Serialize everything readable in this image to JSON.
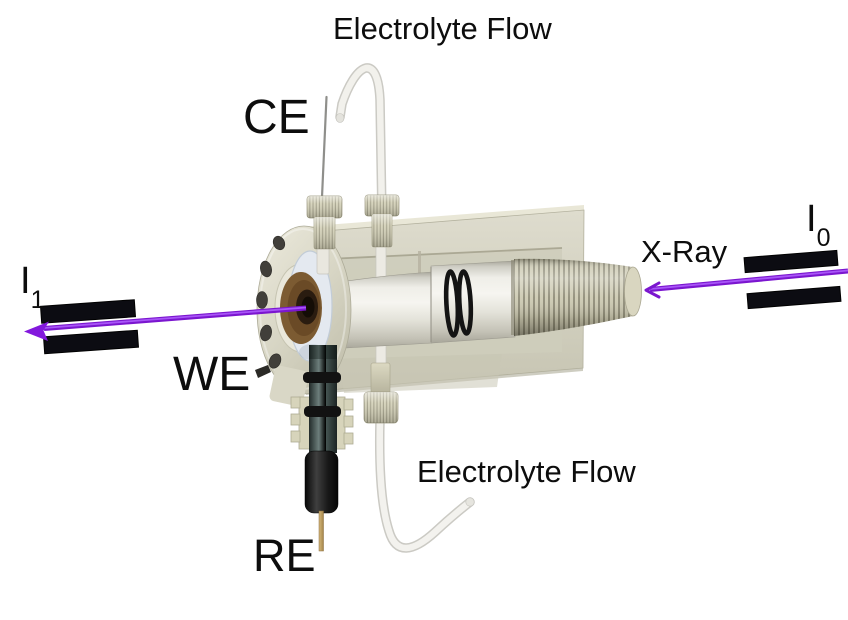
{
  "diagram": {
    "title_hint": "operando X-ray electrochemical flow cell",
    "labels": {
      "electrolyte_flow_top": "Electrolyte Flow",
      "electrolyte_flow_bottom": "Electrolyte Flow",
      "counter_electrode": "CE",
      "working_electrode": "WE",
      "reference_electrode": "RE",
      "xray": "X-Ray",
      "i0_symbol": "I",
      "i0_subscript": "0",
      "i1_symbol": "I",
      "i1_subscript": "1"
    },
    "icons": {
      "xray-beam-arrow": "purple left-pointing beam arrow",
      "slit-bar": "black collimator slit bar",
      "flow-tube": "white curved tubing hook",
      "ce-wire": "thin counter-electrode wire"
    },
    "colors": {
      "background": "#ffffff",
      "beam_purple": "#7b16cf",
      "beam_core": "#a855f7",
      "slit_black": "#0c0c12",
      "cell_beige": "#d5d3c1",
      "window_glass_blue": "#e4e9f0",
      "window_copper": "#7c5b32",
      "re_pin_gold": "#c4a05f",
      "text": "#0d0d0d"
    }
  }
}
